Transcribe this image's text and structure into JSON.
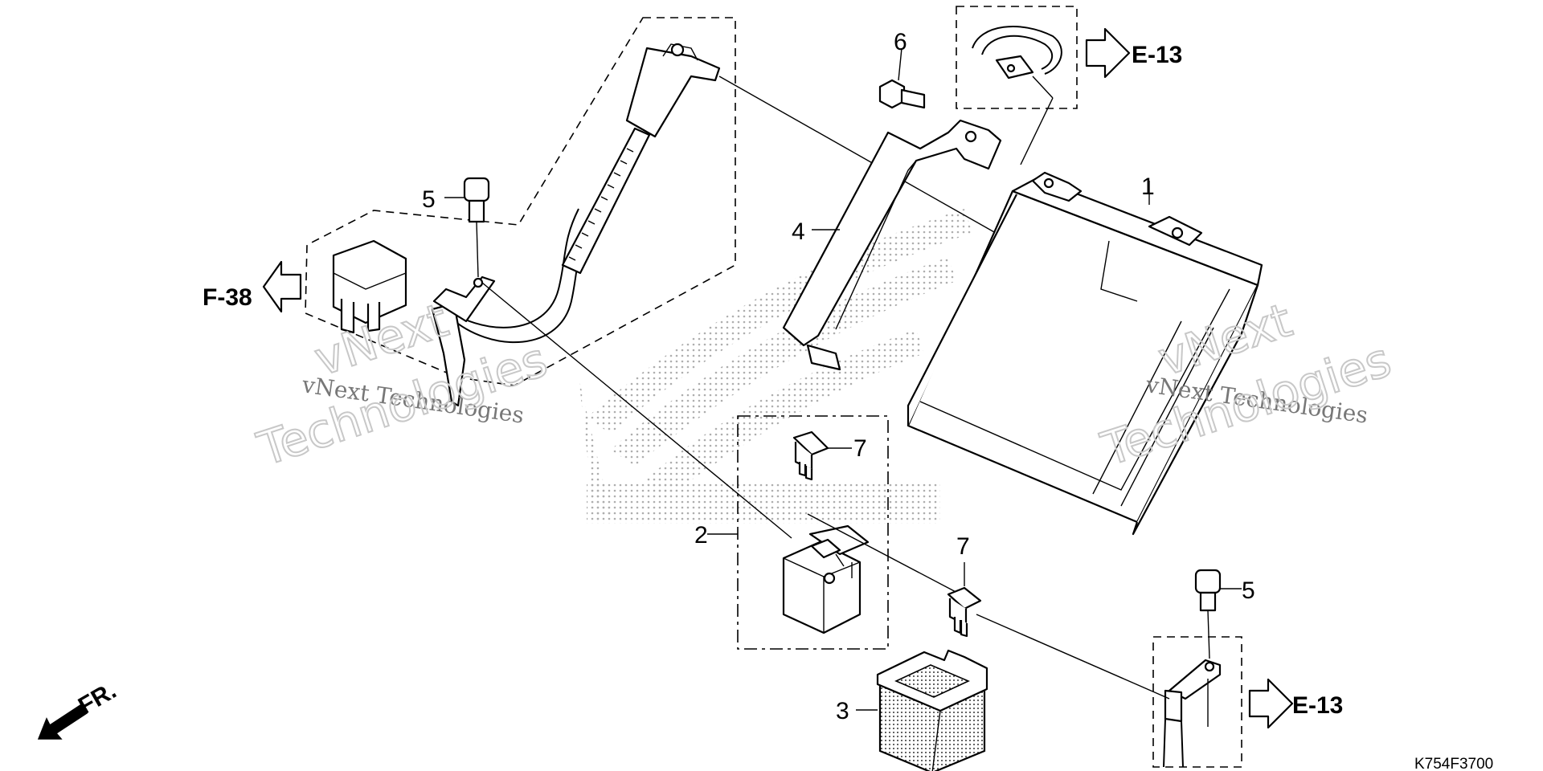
{
  "callouts": {
    "battery": "1",
    "relay": "2",
    "relay_cover": "3",
    "battery_band": "4",
    "bolt_top": "5",
    "bolt_bottom": "5",
    "flange_bolt": "6",
    "fuse_a": "7",
    "fuse_b": "7"
  },
  "references": {
    "left": "F-38",
    "top_right": "E-13",
    "bottom_right": "E-13"
  },
  "watermarks": {
    "left_small": "vNext Technologies",
    "left_large_1": "vNext",
    "left_large_2": "Technologies",
    "right_small": "vNext Technologies",
    "right_large_1": "vNext",
    "right_large_2": "Technologies"
  },
  "front_indicator": "FR.",
  "diagram_code": "K754F3700"
}
